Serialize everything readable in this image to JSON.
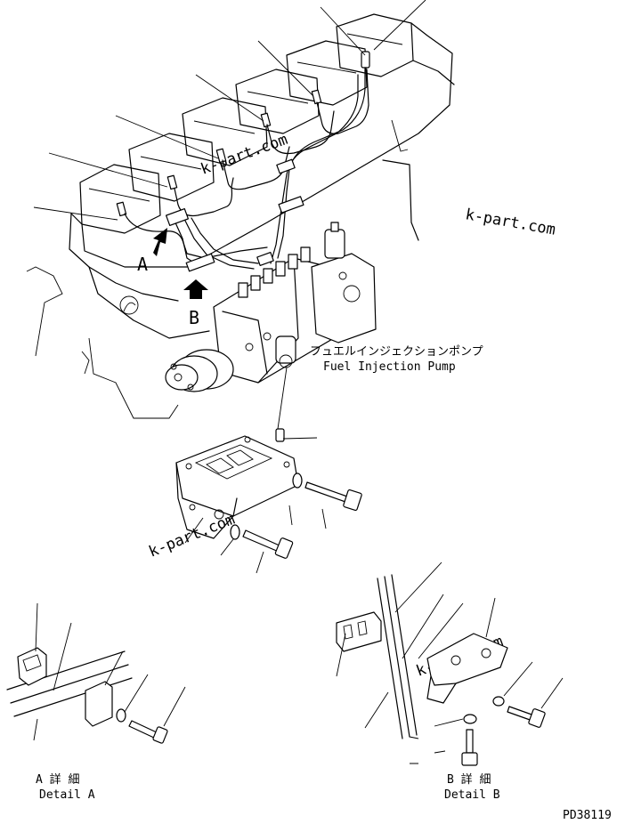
{
  "title": "",
  "part_label": {
    "japanese": "フュエルインジェクションポンプ",
    "english": "Fuel Injection Pump"
  },
  "view_markers": {
    "a": "A",
    "b": "B"
  },
  "details": {
    "a": {
      "japanese": "A 詳 細",
      "english": "Detail A"
    },
    "b": {
      "japanese": "B 詳 細",
      "english": "Detail B"
    }
  },
  "watermark": "k-part.com",
  "drawing_number": "PD38119",
  "colors": {
    "line": "#000000",
    "background": "#ffffff",
    "watermark": "#c4c4c4"
  },
  "icons": {
    "view_arrow": "up-arrow-icon"
  }
}
